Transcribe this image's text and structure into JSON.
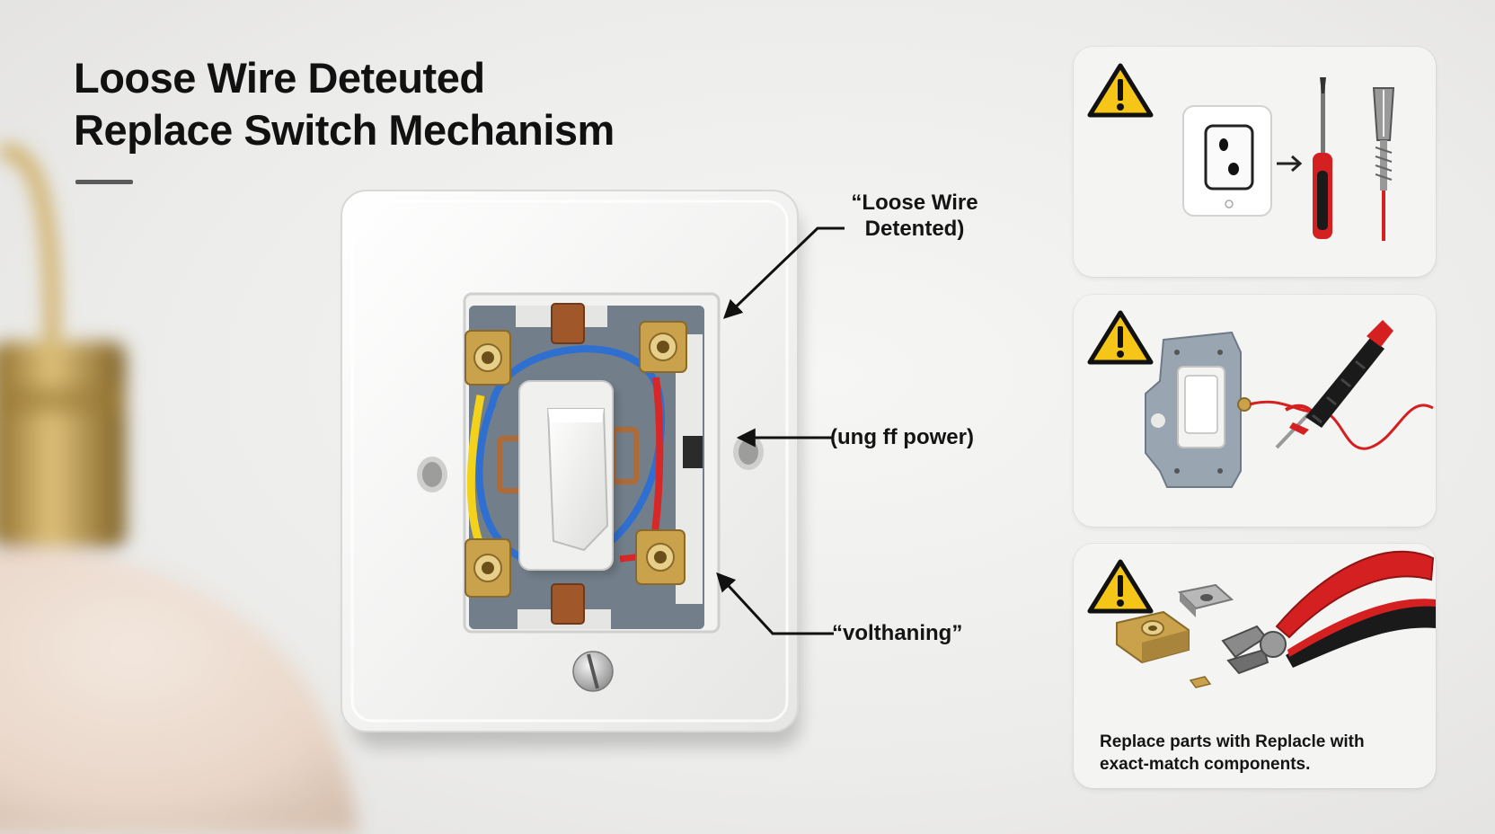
{
  "headline": {
    "line1": "Loose Wire Deteuted",
    "line2": "Replace Switch Mechanism"
  },
  "callouts": {
    "top": {
      "line1": "“Loose Wire",
      "line2": "Detented)"
    },
    "middle": "(ung ff power)",
    "bottom": "“volthaning”"
  },
  "cards": [
    {
      "icons": [
        "warning-icon",
        "outlet-icon",
        "arrow-right-icon",
        "screwdriver-icon",
        "probe-icon"
      ]
    },
    {
      "icons": [
        "warning-icon",
        "switch-mechanism-icon",
        "voltage-tester-icon"
      ]
    },
    {
      "icons": [
        "warning-icon",
        "terminal-block-icon",
        "clip-icon",
        "pliers-icon"
      ],
      "caption": {
        "line1": "Replace parts with Replacle with",
        "line2": "exact-match components."
      }
    }
  ],
  "colors": {
    "warning": "#f5c518",
    "wire_blue": "#2f6fd0",
    "wire_red": "#d62828",
    "wire_yellow": "#f2d21b",
    "brass": "#c9a24b",
    "tool_red": "#d42020"
  }
}
